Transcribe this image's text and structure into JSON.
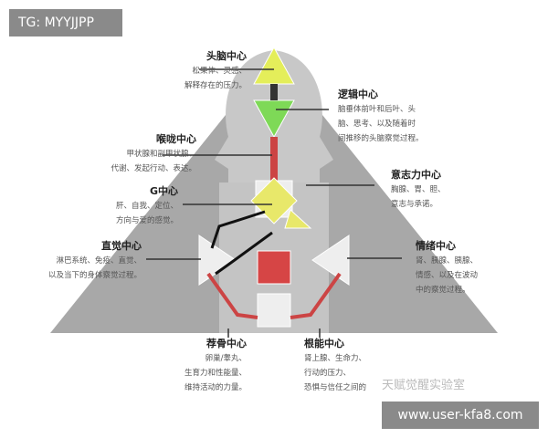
{
  "overlay": {
    "tg": "TG: MYYJJPP",
    "url": "www.user-kfa8.com",
    "watermark": "天赋觉醒实验室"
  },
  "centers": {
    "head": {
      "title": "头脑中心",
      "l1": "松果体、灵感、",
      "l2": "解释存在的压力。",
      "color": "#e4ee5a"
    },
    "ajna": {
      "title": "逻辑中心",
      "l1": "脑垂体前叶和后叶、头",
      "l2": "脑、思考、以及随着时",
      "l3": "间推移的头脑察觉过程。",
      "color": "#7ed957"
    },
    "throat": {
      "title": "喉咙中心",
      "l1": "甲状腺和副甲状腺、",
      "l2": "代谢、发起行动、表达。"
    },
    "g": {
      "title": "G中心",
      "l1": "肝、自我、定位、",
      "l2": "方向与爱的感觉。",
      "color": "#e8e86a"
    },
    "spleen": {
      "title": "直觉中心",
      "l1": "淋巴系统、免疫、直觉、",
      "l2": "以及当下的身体察觉过程。"
    },
    "will": {
      "title": "意志力中心",
      "l1": "胸腺、胃、胆、",
      "l2": "意志与承诺。"
    },
    "emotion": {
      "title": "情绪中心",
      "l1": "肾、胰腺、胰腺、",
      "l2": "情感、以及在波动",
      "l3": "中的察觉过程。"
    },
    "sacral": {
      "title": "荐骨中心",
      "l1": "卵巢/睾丸、",
      "l2": "生育力和性能量、",
      "l3": "维持活动的力量。",
      "color": "#d64545"
    },
    "root": {
      "title": "根能中心",
      "l1": "肾上腺、生命力、",
      "l2": "行动的压力、",
      "l3": "恐惧与信任之间的"
    }
  }
}
